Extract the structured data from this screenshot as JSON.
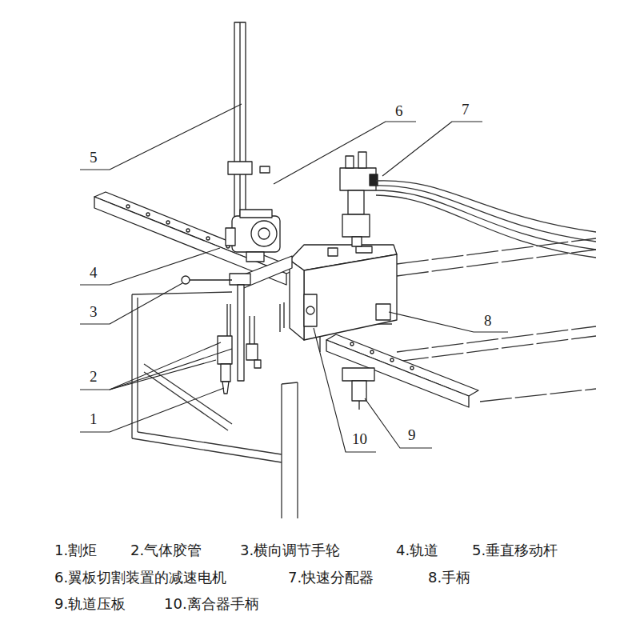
{
  "diagram": {
    "labels": [
      "5",
      "6",
      "7",
      "4",
      "3",
      "8",
      "2",
      "1",
      "10",
      "9",
      "1.割炬",
      "2.气体胶管",
      "3.横向调节手轮",
      "4.轨道",
      "5.垂直移动杆",
      "6.翼板切割装置的减速电机",
      "7.快速分配器",
      "8.手柄",
      "9.轨道压板",
      "10.离合器手柄"
    ]
  }
}
